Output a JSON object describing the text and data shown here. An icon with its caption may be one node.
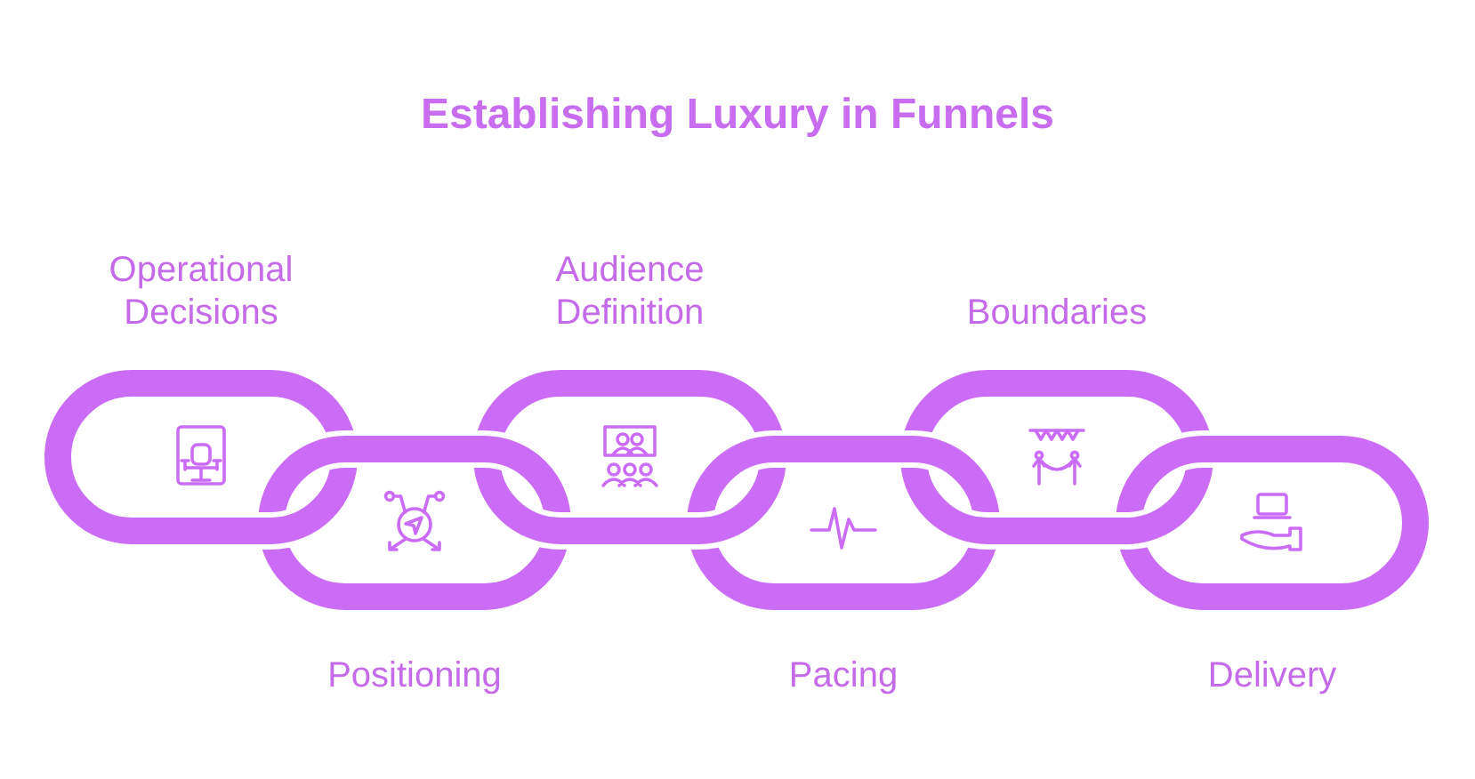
{
  "diagram": {
    "title": "Establishing Luxury in Funnels",
    "nodes": [
      {
        "text": [
          "Operational Decisions"
        ]
      },
      {
        "text": [
          "Positioning"
        ]
      },
      {
        "text": [
          "Audience Definition"
        ]
      },
      {
        "text": [
          "Pacing"
        ]
      },
      {
        "text": [
          "Boundaries"
        ]
      },
      {
        "text": [
          "Delivery"
        ]
      }
    ]
  }
}
